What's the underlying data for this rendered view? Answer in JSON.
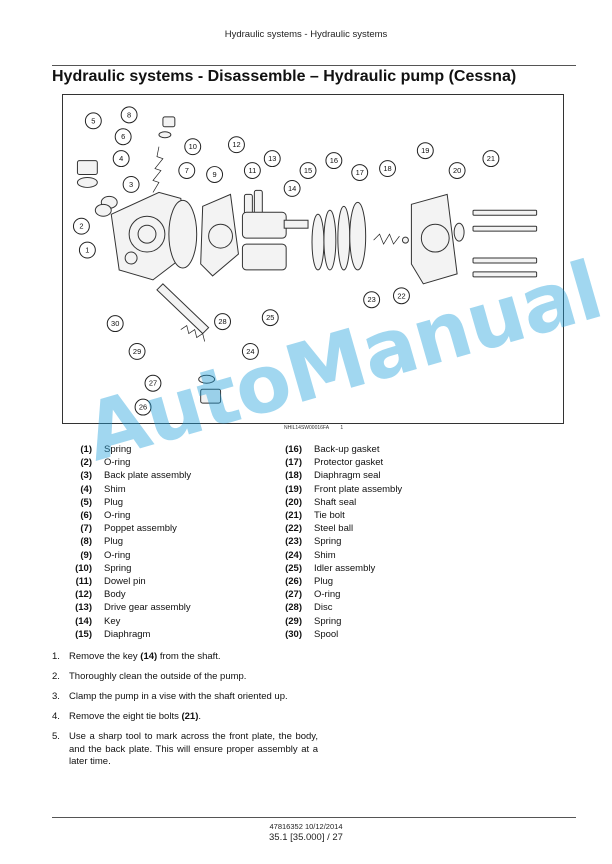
{
  "header": {
    "text": "Hydraulic systems - Hydraulic systems"
  },
  "page_title": "Hydraulic systems - Disassemble – Hydraulic pump (Cessna)",
  "figure": {
    "code": "NHIL14SW00016FA",
    "number": "1",
    "callouts": [
      "1",
      "2",
      "3",
      "4",
      "5",
      "6",
      "7",
      "8",
      "9",
      "10",
      "11",
      "12",
      "13",
      "14",
      "15",
      "16",
      "17",
      "18",
      "19",
      "20",
      "21",
      "22",
      "23",
      "24",
      "25",
      "26",
      "27",
      "28",
      "29",
      "30"
    ]
  },
  "legend": {
    "left": [
      {
        "num": "(1)",
        "label": "Spring"
      },
      {
        "num": "(2)",
        "label": "O-ring"
      },
      {
        "num": "(3)",
        "label": "Back plate assembly"
      },
      {
        "num": "(4)",
        "label": "Shim"
      },
      {
        "num": "(5)",
        "label": "Plug"
      },
      {
        "num": "(6)",
        "label": "O-ring"
      },
      {
        "num": "(7)",
        "label": "Poppet assembly"
      },
      {
        "num": "(8)",
        "label": "Plug"
      },
      {
        "num": "(9)",
        "label": "O-ring"
      },
      {
        "num": "(10)",
        "label": "Spring"
      },
      {
        "num": "(11)",
        "label": "Dowel pin"
      },
      {
        "num": "(12)",
        "label": "Body"
      },
      {
        "num": "(13)",
        "label": "Drive gear assembly"
      },
      {
        "num": "(14)",
        "label": "Key"
      },
      {
        "num": "(15)",
        "label": "Diaphragm"
      }
    ],
    "right": [
      {
        "num": "(16)",
        "label": "Back-up gasket"
      },
      {
        "num": "(17)",
        "label": "Protector gasket"
      },
      {
        "num": "(18)",
        "label": "Diaphragm seal"
      },
      {
        "num": "(19)",
        "label": "Front plate assembly"
      },
      {
        "num": "(20)",
        "label": "Shaft seal"
      },
      {
        "num": "(21)",
        "label": "Tie bolt"
      },
      {
        "num": "(22)",
        "label": "Steel ball"
      },
      {
        "num": "(23)",
        "label": "Spring"
      },
      {
        "num": "(24)",
        "label": "Shim"
      },
      {
        "num": "(25)",
        "label": "Idler assembly"
      },
      {
        "num": "(26)",
        "label": "Plug"
      },
      {
        "num": "(27)",
        "label": "O-ring"
      },
      {
        "num": "(28)",
        "label": "Disc"
      },
      {
        "num": "(29)",
        "label": "Spring"
      },
      {
        "num": "(30)",
        "label": "Spool"
      }
    ]
  },
  "steps": [
    {
      "num": "1.",
      "before": "Remove the key ",
      "bold": "(14)",
      "after": " from the shaft."
    },
    {
      "num": "2.",
      "before": "Thoroughly clean the outside of the pump.",
      "bold": "",
      "after": ""
    },
    {
      "num": "3.",
      "before": "Clamp the pump in a vise with the shaft oriented up.",
      "bold": "",
      "after": ""
    },
    {
      "num": "4.",
      "before": "Remove the eight tie bolts ",
      "bold": "(21)",
      "after": "."
    },
    {
      "num": "5.",
      "before": "Use a sharp tool to mark across the front plate, the body, and the back plate. This will ensure proper assembly at a later time.",
      "bold": "",
      "after": ""
    }
  ],
  "watermark": "AutoManual",
  "footer": {
    "doc": "47816352 10/12/2014",
    "page": "35.1 [35.000] / 27"
  }
}
